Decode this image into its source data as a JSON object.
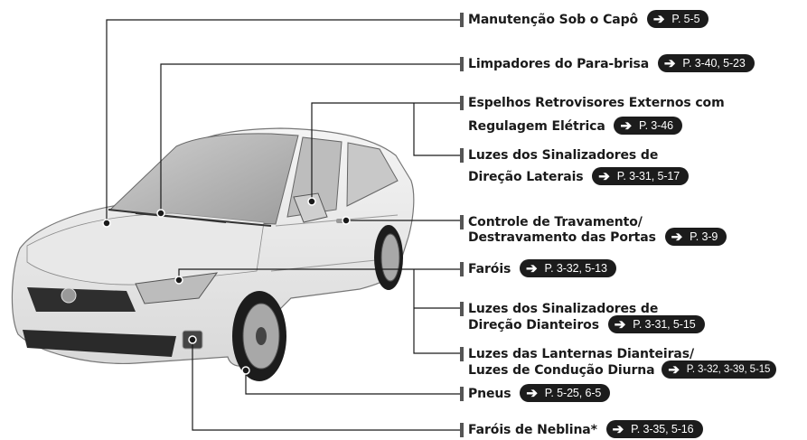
{
  "labels": [
    {
      "id": "manutencao",
      "lines": [
        "Manutenção Sob o Capô"
      ],
      "ref": "P. 5-5",
      "icon": "arrow-right-icon"
    },
    {
      "id": "limpadores",
      "lines": [
        "Limpadores do Para-brisa"
      ],
      "ref": "P. 3-40, 5-23",
      "icon": "arrow-right-icon"
    },
    {
      "id": "espelhos",
      "lines": [
        "Espelhos Retrovisores Externos com",
        "Regulagem Elétrica"
      ],
      "ref": "P. 3-46",
      "icon": "arrow-right-icon"
    },
    {
      "id": "sinal-laterais",
      "lines": [
        "Luzes dos Sinalizadores de",
        "Direção Laterais"
      ],
      "ref": "P. 3-31, 5-17",
      "icon": "arrow-right-icon"
    },
    {
      "id": "travamento",
      "lines": [
        "Controle de Travamento/",
        "Destravamento das Portas"
      ],
      "ref": "P. 3-9",
      "icon": "arrow-right-icon"
    },
    {
      "id": "farois",
      "lines": [
        "Faróis"
      ],
      "ref": "P. 3-32, 5-13",
      "icon": "arrow-right-icon"
    },
    {
      "id": "sinal-dianteiros",
      "lines": [
        "Luzes dos Sinalizadores de",
        "Direção Dianteiros"
      ],
      "ref": "P. 3-31, 5-15",
      "icon": "arrow-right-icon"
    },
    {
      "id": "lanternas",
      "lines": [
        "Luzes das Lanternas Dianteiras/",
        "Luzes de Condução Diurna"
      ],
      "ref": "P. 3-32, 3-39, 5-15",
      "icon": "arrow-right-icon"
    },
    {
      "id": "pneus",
      "lines": [
        "Pneus"
      ],
      "ref": "P. 5-25, 6-5",
      "icon": "arrow-right-icon"
    },
    {
      "id": "neblina",
      "lines": [
        "Faróis de Neblina*"
      ],
      "ref": "P. 3-35, 5-16",
      "icon": "arrow-right-icon"
    }
  ],
  "colors": {
    "line": "#1a1a1a",
    "pill": "#1c1c1c",
    "car_body": "#ececec",
    "car_outline": "#777777"
  }
}
